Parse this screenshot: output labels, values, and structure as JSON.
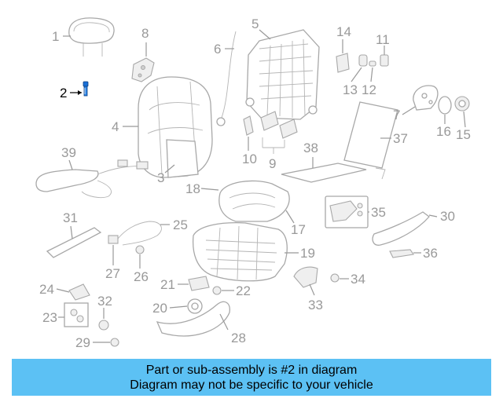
{
  "diagram": {
    "highlight_color": "#1a6fd6",
    "callouts": [
      {
        "id": "1",
        "label": "1",
        "highlight": false
      },
      {
        "id": "2",
        "label": "2",
        "highlight": true
      },
      {
        "id": "3",
        "label": "3",
        "highlight": false
      },
      {
        "id": "4",
        "label": "4",
        "highlight": false
      },
      {
        "id": "5",
        "label": "5",
        "highlight": false
      },
      {
        "id": "6",
        "label": "6",
        "highlight": false
      },
      {
        "id": "7",
        "label": "7",
        "highlight": false
      },
      {
        "id": "8",
        "label": "8",
        "highlight": false
      },
      {
        "id": "9",
        "label": "9",
        "highlight": false
      },
      {
        "id": "10",
        "label": "10",
        "highlight": false
      },
      {
        "id": "11",
        "label": "11",
        "highlight": false
      },
      {
        "id": "12",
        "label": "12",
        "highlight": false
      },
      {
        "id": "13",
        "label": "13",
        "highlight": false
      },
      {
        "id": "14",
        "label": "14",
        "highlight": false
      },
      {
        "id": "15",
        "label": "15",
        "highlight": false
      },
      {
        "id": "16",
        "label": "16",
        "highlight": false
      },
      {
        "id": "17",
        "label": "17",
        "highlight": false
      },
      {
        "id": "18",
        "label": "18",
        "highlight": false
      },
      {
        "id": "19",
        "label": "19",
        "highlight": false
      },
      {
        "id": "20",
        "label": "20",
        "highlight": false
      },
      {
        "id": "21",
        "label": "21",
        "highlight": false
      },
      {
        "id": "22",
        "label": "22",
        "highlight": false
      },
      {
        "id": "23",
        "label": "23",
        "highlight": false
      },
      {
        "id": "24",
        "label": "24",
        "highlight": false
      },
      {
        "id": "25",
        "label": "25",
        "highlight": false
      },
      {
        "id": "26",
        "label": "26",
        "highlight": false
      },
      {
        "id": "27",
        "label": "27",
        "highlight": false
      },
      {
        "id": "28",
        "label": "28",
        "highlight": false
      },
      {
        "id": "29",
        "label": "29",
        "highlight": false
      },
      {
        "id": "30",
        "label": "30",
        "highlight": false
      },
      {
        "id": "31",
        "label": "31",
        "highlight": false
      },
      {
        "id": "32",
        "label": "32",
        "highlight": false
      },
      {
        "id": "33",
        "label": "33",
        "highlight": false
      },
      {
        "id": "34",
        "label": "34",
        "highlight": false
      },
      {
        "id": "35",
        "label": "35",
        "highlight": false
      },
      {
        "id": "36",
        "label": "36",
        "highlight": false
      },
      {
        "id": "37",
        "label": "37",
        "highlight": false
      },
      {
        "id": "38",
        "label": "38",
        "highlight": false
      },
      {
        "id": "39",
        "label": "39",
        "highlight": false
      }
    ]
  },
  "banner": {
    "line1": "Part or sub-assembly is #2 in diagram",
    "line2": "Diagram may not be specific to your vehicle",
    "background": "#5cc1f4"
  }
}
